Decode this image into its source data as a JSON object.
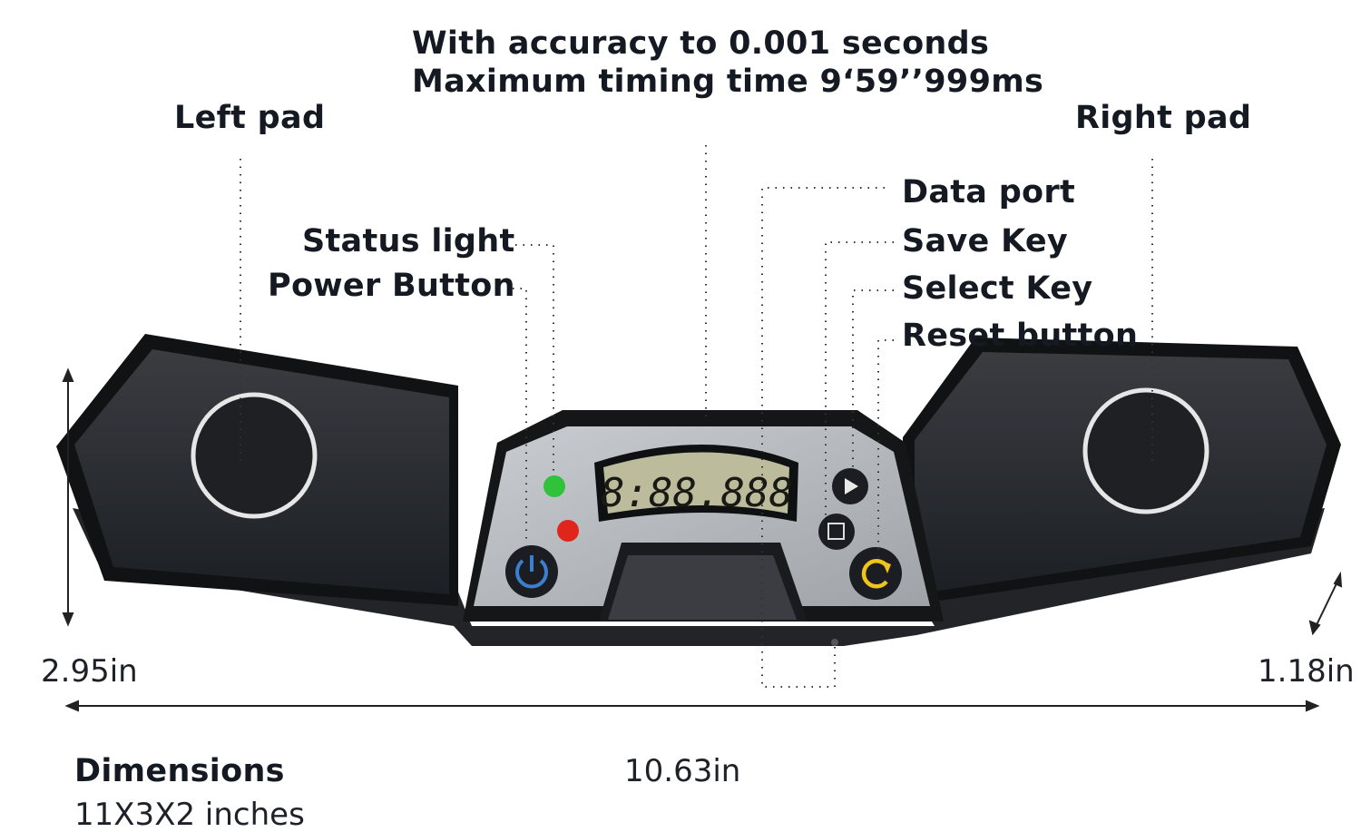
{
  "headline": {
    "line1": "With accuracy to 0.001 seconds",
    "line2": "Maximum timing time 9‘59’’999ms"
  },
  "labels": {
    "left_pad": "Left pad",
    "right_pad": "Right pad",
    "status_light": "Status light",
    "power_button": "Power Button",
    "data_port": "Data port",
    "save_key": "Save Key",
    "select_key": "Select Key",
    "reset_button": "Reset button"
  },
  "device": {
    "display_readout": "8:88.888",
    "colors": {
      "status_green": "#2fc23a",
      "status_red": "#e0261c",
      "power_icon": "#3a7fd0",
      "reset_icon": "#f0c419",
      "panel": "#b8bcc0",
      "lcd": "#b9b99a"
    }
  },
  "dimensions": {
    "height": "2.95in",
    "depth": "1.18in",
    "width": "10.63in",
    "title": "Dimensions",
    "summary": "11X3X2 inches"
  }
}
